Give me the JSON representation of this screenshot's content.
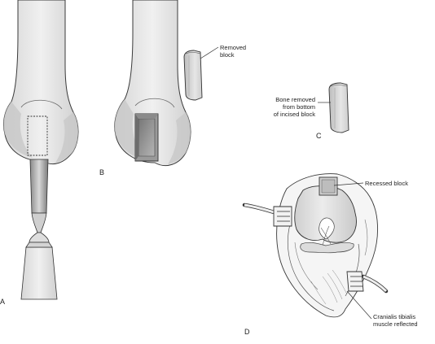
{
  "panels": {
    "a": {
      "letter": "A"
    },
    "b": {
      "letter": "B"
    },
    "c": {
      "letter": "C"
    },
    "d": {
      "letter": "D"
    }
  },
  "callouts": {
    "removed_block": {
      "line1": "Removed",
      "line2": "block"
    },
    "bone_removed": {
      "line1": "Bone removed",
      "line2": "from bottom",
      "line3": "of incised block"
    },
    "recessed_block": {
      "line1": "Recessed block"
    },
    "cranialis": {
      "line1": "Cranialis tibialis",
      "line2": "muscle reflected"
    }
  },
  "colors": {
    "bone_fill": "#e2e2e2",
    "bone_shade": "#c4c4c4",
    "outline": "#3a3a3a",
    "tissue_fill": "#f4f4f4"
  }
}
